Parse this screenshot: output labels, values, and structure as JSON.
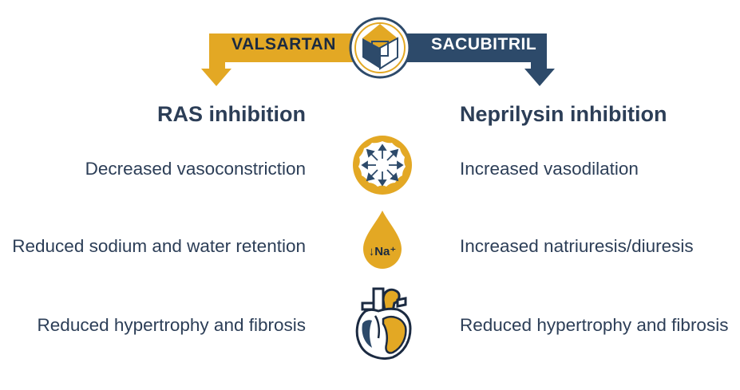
{
  "banner": {
    "left_drug": "VALSARTAN",
    "right_drug": "SACUBITRIL",
    "colors": {
      "gold": "#e3a824",
      "navy": "#2d4a6a"
    }
  },
  "columns": {
    "left_heading": "RAS inhibition",
    "right_heading": "Neprilysin inhibition"
  },
  "rows": [
    {
      "icon": "vessel-icon",
      "left": "Decreased vasoconstriction",
      "right": "Increased vasodilation"
    },
    {
      "icon": "sodium-drop-icon",
      "left": "Reduced sodium and water retention",
      "right": "Increased natriuresis/diuresis"
    },
    {
      "icon": "heart-icon",
      "left": "Reduced hypertrophy and fibrosis",
      "right": "Reduced hypertrophy and fibrosis"
    }
  ],
  "drop_label": "↓Na⁺"
}
